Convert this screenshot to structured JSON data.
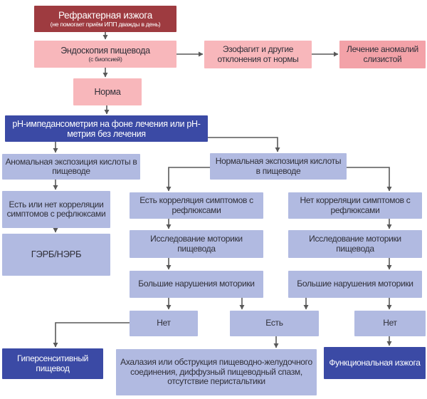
{
  "palette": {
    "dark_red": "#9e3b40",
    "pink": "#f8b7bb",
    "salmon": "#f3a2a8",
    "dark_blue": "#3b4aa5",
    "light_blue": "#b1bae1",
    "arrow": "#595959",
    "text_dark": "#2f2f38",
    "text_light": "#ffffff"
  },
  "nodes": {
    "refractory": {
      "title": "Рефрактерная изжога",
      "subtitle": "(не помогает приём ИПП дважды в день)"
    },
    "endoscopy": {
      "title": "Эндоскопия пищевода",
      "subtitle": "(с биопсией)"
    },
    "esophagitis": {
      "label": "Эзофагит и другие отклонения от нормы"
    },
    "mucosa_treatment": {
      "label": "Лечение аномалий слизистой"
    },
    "norm": {
      "label": "Норма"
    },
    "ph_metry": {
      "label": "рН-импедансометрия на фоне лечения или рН-метрия без лечения"
    },
    "abnormal_acid": {
      "label": "Аномальная экспозиция кислоты в пищеводе"
    },
    "normal_acid": {
      "label": "Нормальная экспозиция кислоты в пищеводе"
    },
    "correlation_any": {
      "label": "Есть или нет корреляции симптомов с рефлюксами"
    },
    "gerd": {
      "label": "ГЭРБ/НЭРБ"
    },
    "correlation_yes": {
      "label": "Есть корреляция симптомов с рефлюксами"
    },
    "correlation_no": {
      "label": "Нет корреляции симптомов с рефлюксами"
    },
    "motility_study_mid": {
      "label": "Исследование моторики пищевода"
    },
    "motility_study_right": {
      "label": "Исследование моторики пищевода"
    },
    "motility_disorders_mid": {
      "label": "Большие нарушения моторики"
    },
    "motility_disorders_right": {
      "label": "Большие нарушения моторики"
    },
    "no_left": {
      "label": "Нет"
    },
    "yes_mid": {
      "label": "Есть"
    },
    "no_right": {
      "label": "Нет"
    },
    "hypersensitive": {
      "label": "Гиперсенситивный пищевод"
    },
    "achalasia": {
      "label": "Ахалазия или обструкция пищеводно-желудочного соединения, диффузный пищеводный спазм, отсутствие перистальтики"
    },
    "functional": {
      "label": "Функциональная изжога"
    }
  }
}
